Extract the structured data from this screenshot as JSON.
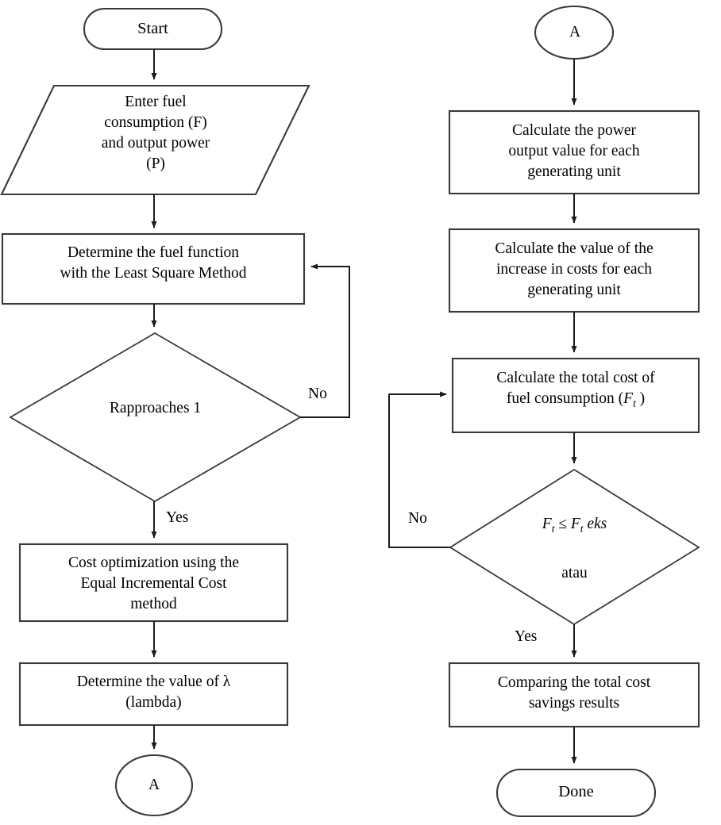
{
  "diagram": {
    "title": "Economic dispatch fuel cost optimization flowchart",
    "type": "flowchart",
    "background_color": "#ffffff",
    "shape_stroke_color": "#3a3a3a",
    "connector_color": "#1c1c1c",
    "text_color": "#000000"
  },
  "left_column": {
    "start": {
      "label": "Start",
      "shape": "terminator"
    },
    "input": {
      "shape": "parallelogram",
      "line1": "Enter fuel",
      "line2": "consumption (F)",
      "line3": "and output power",
      "line4": "(P)"
    },
    "process_fuel_function": {
      "shape": "process",
      "line1": "Determine the fuel function",
      "line2": "with the Least Square Method"
    },
    "decision_r": {
      "shape": "decision",
      "line1": "Rapproaches 1",
      "yes_label": "Yes",
      "no_label": "No"
    },
    "process_cost_optimization": {
      "shape": "process",
      "line1": "Cost optimization using the",
      "line2": "Equal Incremental Cost",
      "line3": "method"
    },
    "process_lambda": {
      "shape": "process",
      "line1": "Determine the value of λ",
      "line2": "(lambda)"
    },
    "connector_a": {
      "label": "A",
      "shape": "connector-circle"
    }
  },
  "right_column": {
    "connector_a": {
      "label": "A",
      "shape": "connector-circle"
    },
    "process_power_output": {
      "shape": "process",
      "line1": "Calculate the power",
      "line2": "output value for each",
      "line3": "generating unit"
    },
    "process_increase_costs": {
      "shape": "process",
      "line1": "Calculate the value of the",
      "line2": "increase in costs for each",
      "line3": "generating unit"
    },
    "process_total_cost": {
      "shape": "process",
      "line1": "Calculate the total cost of",
      "line2_prefix": "fuel consumption (",
      "line2_symbol": "F",
      "line2_subscript": "t",
      "line2_suffix": " )"
    },
    "decision_ft": {
      "shape": "decision",
      "expr_symbol1": "F",
      "expr_sub1": "t",
      "expr_operator": " ≤ ",
      "expr_symbol2": "F",
      "expr_sub2": "t",
      "expr_tail": " eks",
      "line2": "atau",
      "yes_label": "Yes",
      "no_label": "No"
    },
    "process_comparing": {
      "shape": "process",
      "line1": "Comparing the total cost",
      "line2": "savings results"
    },
    "done": {
      "label": "Done",
      "shape": "terminator"
    }
  }
}
